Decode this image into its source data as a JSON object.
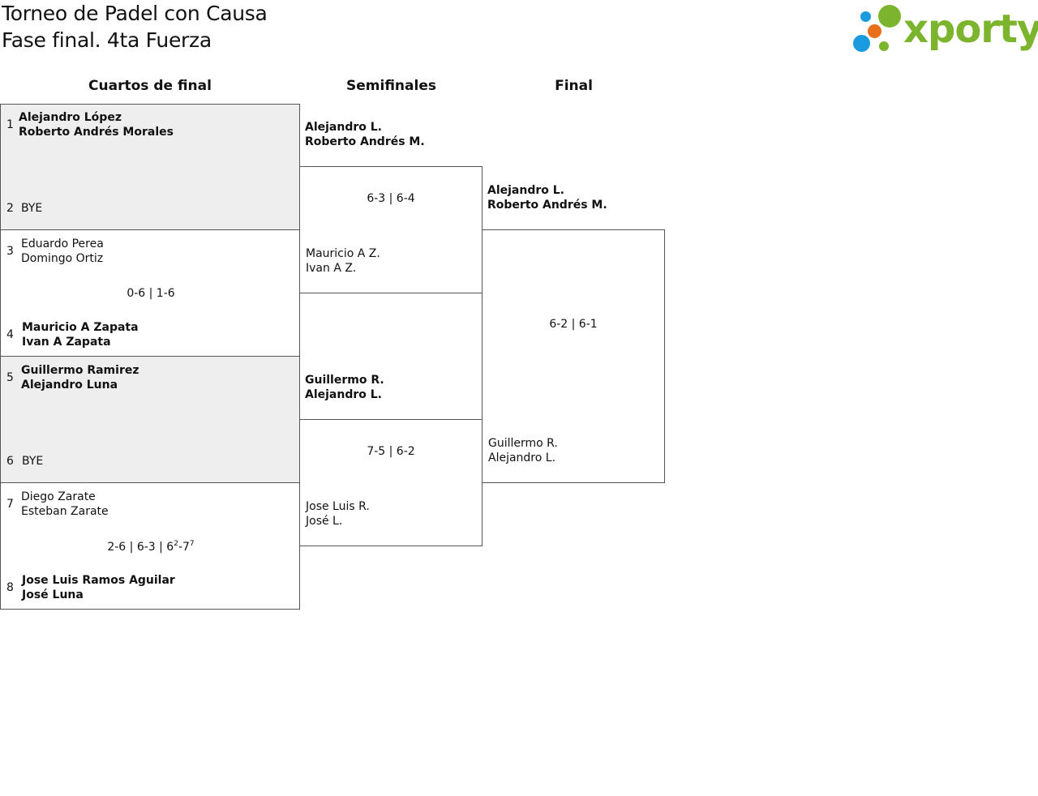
{
  "header": {
    "title_line1": "Torneo de Padel con Causa",
    "title_line2": "Fase final. 4ta Fuerza"
  },
  "logo": {
    "text": "xporty",
    "colors": {
      "text": "#7cb52d",
      "dot_blue": "#1a9be0",
      "dot_orange": "#e8701a",
      "dot_green": "#7cb52d"
    }
  },
  "rounds": {
    "quarterfinals": "Cuartos de final",
    "semifinals": "Semifinales",
    "final": "Final"
  },
  "quarterfinals": [
    {
      "top": {
        "seed": "1",
        "p1": "Alejandro López",
        "p2": "Roberto Andrés Morales",
        "winner": true
      },
      "bottom": {
        "seed": "2",
        "p1": "BYE",
        "p2": "",
        "winner": false
      },
      "score": ""
    },
    {
      "top": {
        "seed": "3",
        "p1": "Eduardo Perea",
        "p2": "Domingo Ortiz",
        "winner": false
      },
      "bottom": {
        "seed": "4",
        "p1": "Mauricio A Zapata",
        "p2": "Ivan A Zapata",
        "winner": true
      },
      "score": "0-6 | 1-6"
    },
    {
      "top": {
        "seed": "5",
        "p1": "Guillermo Ramirez",
        "p2": "Alejandro Luna",
        "winner": true
      },
      "bottom": {
        "seed": "6",
        "p1": "BYE",
        "p2": "",
        "winner": false
      },
      "score": ""
    },
    {
      "top": {
        "seed": "7",
        "p1": "Diego Zarate",
        "p2": "Esteban Zarate",
        "winner": false
      },
      "bottom": {
        "seed": "8",
        "p1": "Jose Luis Ramos Aguilar",
        "p2": "José Luna",
        "winner": true
      },
      "score_main": "2-6 | 6-3 | 6",
      "score_sup1": "2",
      "score_mid": "-7",
      "score_sup2": "7"
    }
  ],
  "semifinals": [
    {
      "top": {
        "p1": "Alejandro L.",
        "p2": "Roberto Andrés M.",
        "winner": true
      },
      "bottom": {
        "p1": "Mauricio A Z.",
        "p2": "Ivan A Z.",
        "winner": false
      },
      "score": "6-3 | 6-4"
    },
    {
      "top": {
        "p1": "Guillermo R.",
        "p2": "Alejandro L.",
        "winner": true
      },
      "bottom": {
        "p1": "Jose Luis R.",
        "p2": "José L.",
        "winner": false
      },
      "score": "7-5 | 6-2"
    }
  ],
  "final": {
    "top": {
      "p1": "Alejandro L.",
      "p2": "Roberto Andrés M.",
      "winner": true
    },
    "bottom": {
      "p1": "Guillermo R.",
      "p2": "Alejandro L.",
      "winner": false
    },
    "score": "6-2 | 6-1"
  }
}
